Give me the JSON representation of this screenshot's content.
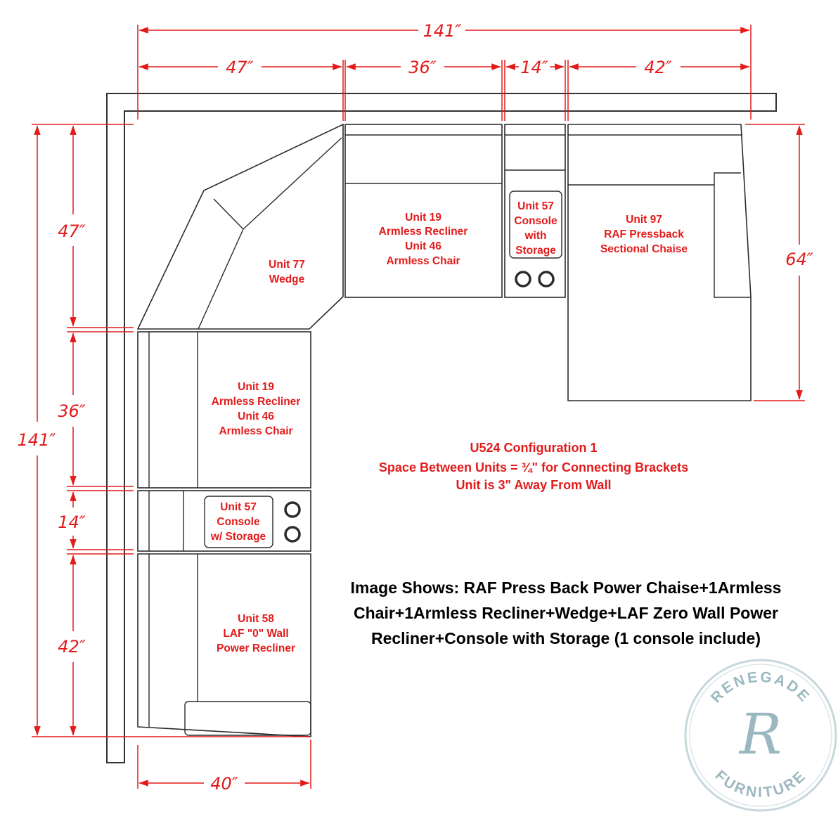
{
  "dimensions": {
    "top_total": "141″",
    "top_segments": [
      "47″",
      "36″",
      "14″",
      "42″"
    ],
    "left_total": "141″",
    "left_segments": [
      "47″",
      "36″",
      "14″",
      "42″"
    ],
    "right_depth": "64″",
    "bottom_width": "40″"
  },
  "units": {
    "wedge": [
      "Unit 77",
      "Wedge"
    ],
    "top_recliner": [
      "Unit 19",
      "Armless Recliner",
      "Unit 46",
      "Armless Chair"
    ],
    "top_console": [
      "Unit 57",
      "Console",
      "with",
      "Storage"
    ],
    "chaise": [
      "Unit 97",
      "RAF Pressback",
      "Sectional Chaise"
    ],
    "left_recliner": [
      "Unit 19",
      "Armless Recliner",
      "Unit 46",
      "Armless Chair"
    ],
    "left_console": [
      "Unit 57",
      "Console",
      "w/ Storage"
    ],
    "power_recliner": [
      "Unit 58",
      "LAF \"0\" Wall",
      "Power Recliner"
    ]
  },
  "configuration": {
    "title": "U524 Configuration 1",
    "line2": "Space Between Units = ¾\" for Connecting Brackets",
    "line3": "Unit is 3\" Away From Wall"
  },
  "image_shows": [
    "Image Shows: RAF Press Back Power Chaise+1Armless",
    "Chair+1Armless Recliner+Wedge+LAF Zero Wall Power",
    "Recliner+Console with Storage (1 console include)"
  ],
  "logo": {
    "top_text": "RENEGADE",
    "bottom_text": "FURNITURE",
    "monogram": "R"
  },
  "colors": {
    "dimension_red": "#e31a1a",
    "outline": "#2b2b2b",
    "logo_teal": "#9bb8c0"
  }
}
